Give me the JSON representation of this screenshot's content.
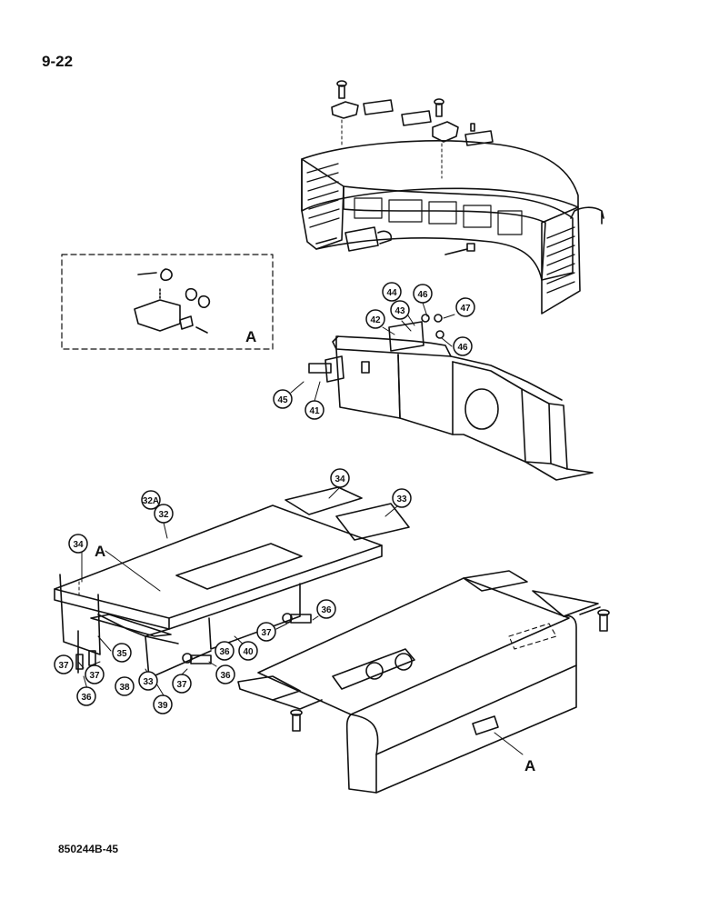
{
  "page": {
    "number": "9-22",
    "code": "850244B-45"
  },
  "detail_label": "A",
  "callouts": [
    {
      "id": "c44",
      "label": "44"
    },
    {
      "id": "c46a",
      "label": "46"
    },
    {
      "id": "c43",
      "label": "43"
    },
    {
      "id": "c47",
      "label": "47"
    },
    {
      "id": "c42",
      "label": "42"
    },
    {
      "id": "c46b",
      "label": "46"
    },
    {
      "id": "c45",
      "label": "45"
    },
    {
      "id": "c41",
      "label": "41"
    },
    {
      "id": "c34a",
      "label": "34"
    },
    {
      "id": "c33a",
      "label": "33"
    },
    {
      "id": "c32A",
      "label": "32A"
    },
    {
      "id": "c32",
      "label": "32"
    },
    {
      "id": "c34b",
      "label": "34"
    },
    {
      "id": "c36a",
      "label": "36"
    },
    {
      "id": "c37a",
      "label": "37"
    },
    {
      "id": "c35",
      "label": "35"
    },
    {
      "id": "c40",
      "label": "40"
    },
    {
      "id": "c36b",
      "label": "36"
    },
    {
      "id": "c37b",
      "label": "37"
    },
    {
      "id": "c38",
      "label": "38"
    },
    {
      "id": "c33b",
      "label": "33"
    },
    {
      "id": "c39",
      "label": "39"
    },
    {
      "id": "c37c",
      "label": "37"
    },
    {
      "id": "c36c",
      "label": "36"
    },
    {
      "id": "c37d",
      "label": "37"
    },
    {
      "id": "c36d",
      "label": "36"
    }
  ],
  "view_labels": [
    {
      "id": "lblDetail",
      "text": "A"
    },
    {
      "id": "lblA1",
      "text": "A"
    },
    {
      "id": "lblA2",
      "text": "A"
    }
  ]
}
